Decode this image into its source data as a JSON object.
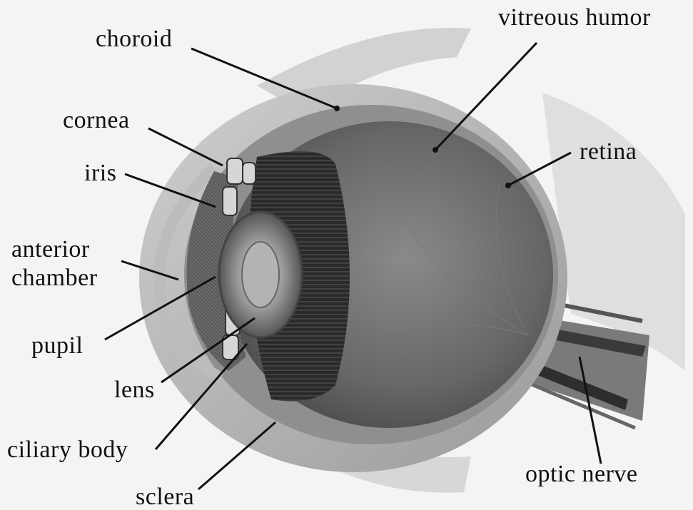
{
  "labels": {
    "choroid": "choroid",
    "cornea": "cornea",
    "iris": "iris",
    "anterior_chamber_line1": "anterior",
    "anterior_chamber_line2": "chamber",
    "pupil": "pupil",
    "lens": "lens",
    "ciliary_body": "ciliary body",
    "sclera": "sclera",
    "vitreous_humor": "vitreous humor",
    "retina": "retina",
    "optic_nerve": "optic nerve"
  },
  "colors": {
    "background": "#f4f4f4",
    "sclera_outer": "#a9a9a9",
    "choroid_band": "#8f8f8f",
    "eyeball_interior": "#6a6a6a",
    "ciliary_dark": "#2b2b2b",
    "label_text": "#111111",
    "leader_line": "#111111"
  }
}
